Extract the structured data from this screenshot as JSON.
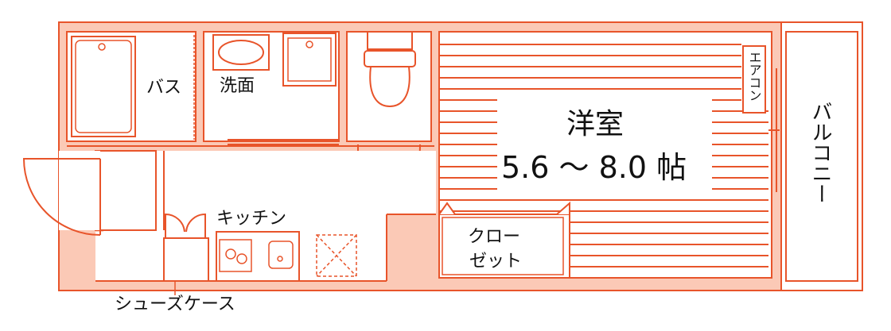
{
  "rooms": {
    "bath": "バス",
    "washroom": "洗面",
    "kitchen": "キッチン",
    "bedroom": "洋室",
    "bedroom_size": "5.6 ～ 8.0 帖",
    "closet_line1": "クロー",
    "closet_line2": "ゼット",
    "balcony": "バルコニー",
    "aircon": "エアコン",
    "shoe_case": "シューズケース"
  },
  "colors": {
    "wall": "#e8542a",
    "fill": "#fbc9b6",
    "background": "#ffffff",
    "text": "#111111"
  }
}
